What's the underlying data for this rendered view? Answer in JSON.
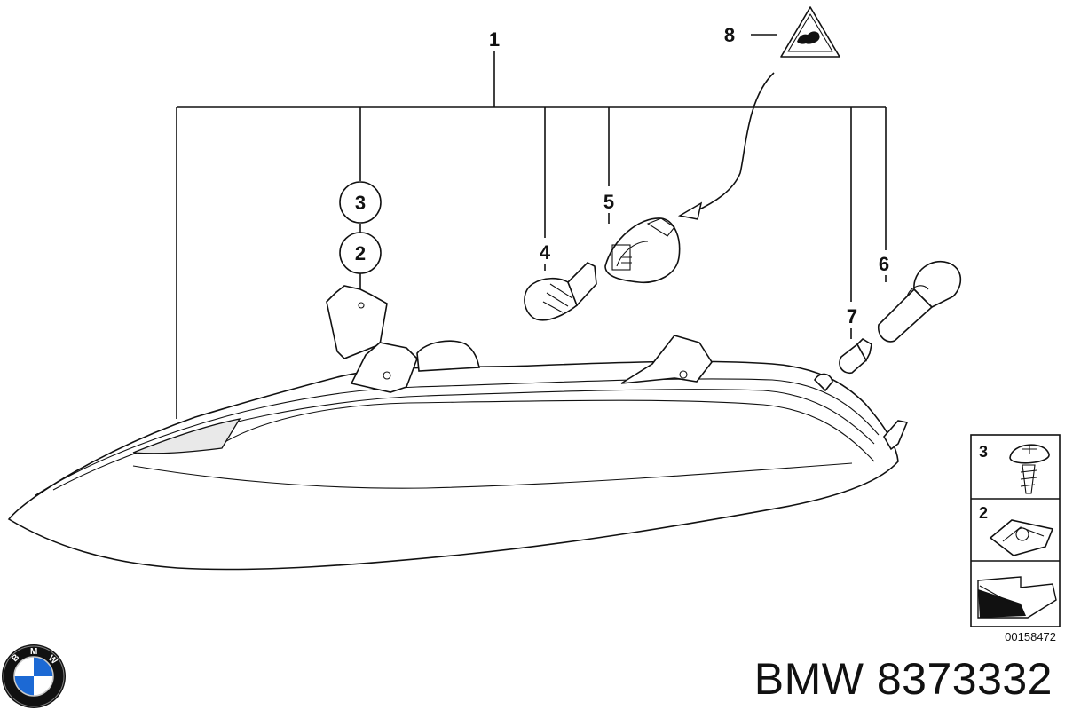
{
  "callouts": {
    "c1": "1",
    "c2": "2",
    "c3": "3",
    "c4": "4",
    "c5": "5",
    "c6": "6",
    "c7": "7",
    "c8": "8"
  },
  "legend": {
    "item_3": "3",
    "item_2": "2"
  },
  "reference_number": "00158472",
  "title": "BMW 8373332",
  "logo": {
    "letters": [
      "B",
      "M",
      "W"
    ],
    "colors": {
      "blue": "#1c69d4",
      "dark": "#111111",
      "white": "#ffffff"
    }
  }
}
